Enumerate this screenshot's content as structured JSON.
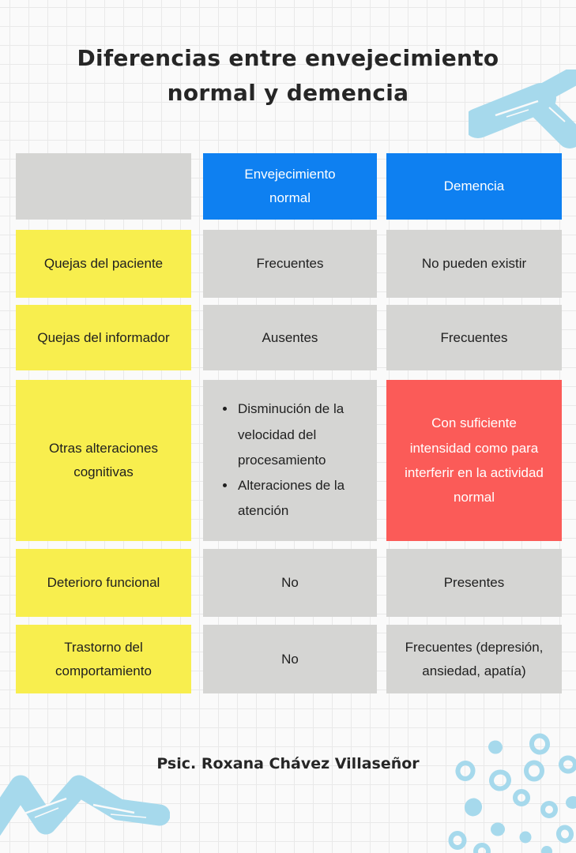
{
  "title": {
    "line1": "Diferencias entre envejecimiento",
    "line2": "normal y demencia"
  },
  "table": {
    "header": {
      "blank": "",
      "normal": "Envejecimiento normal",
      "dementia": "Demencia"
    },
    "rows": [
      {
        "label": "Quejas del paciente",
        "normal": "Frecuentes",
        "dementia": "No pueden existir"
      },
      {
        "label": "Quejas del informador",
        "normal": "Ausentes",
        "dementia": "Frecuentes"
      },
      {
        "label": "Otras alteraciones cognitivas",
        "normal_bullets": [
          "Disminución de la velocidad del procesamiento",
          "Alteraciones de la atención"
        ],
        "dementia": "Con suficiente intensidad como para interferir en la actividad normal"
      },
      {
        "label": "Deterioro funcional",
        "normal": "No",
        "dementia": "Presentes"
      },
      {
        "label": "Trastorno del comportamiento",
        "normal": "No",
        "dementia": "Frecuentes (depresión, ansiedad, apatía)"
      }
    ]
  },
  "footer": {
    "credit": "Psic. Roxana Chávez Villaseñor"
  },
  "colors": {
    "header-blue": "#0e80f1",
    "row-yellow": "#f8ee4e",
    "highlight-red": "#fb5b58",
    "cell-gray": "#d5d5d3",
    "decor-blue": "#a6d9ec",
    "text-dark": "#1f1f1f",
    "bg": "#fafafa",
    "grid-line": "#e9e9e9"
  },
  "decorations": {
    "top_right": "brush-stroke",
    "bottom_left": "brush-zigzag",
    "bottom_right": "dot-cluster"
  }
}
